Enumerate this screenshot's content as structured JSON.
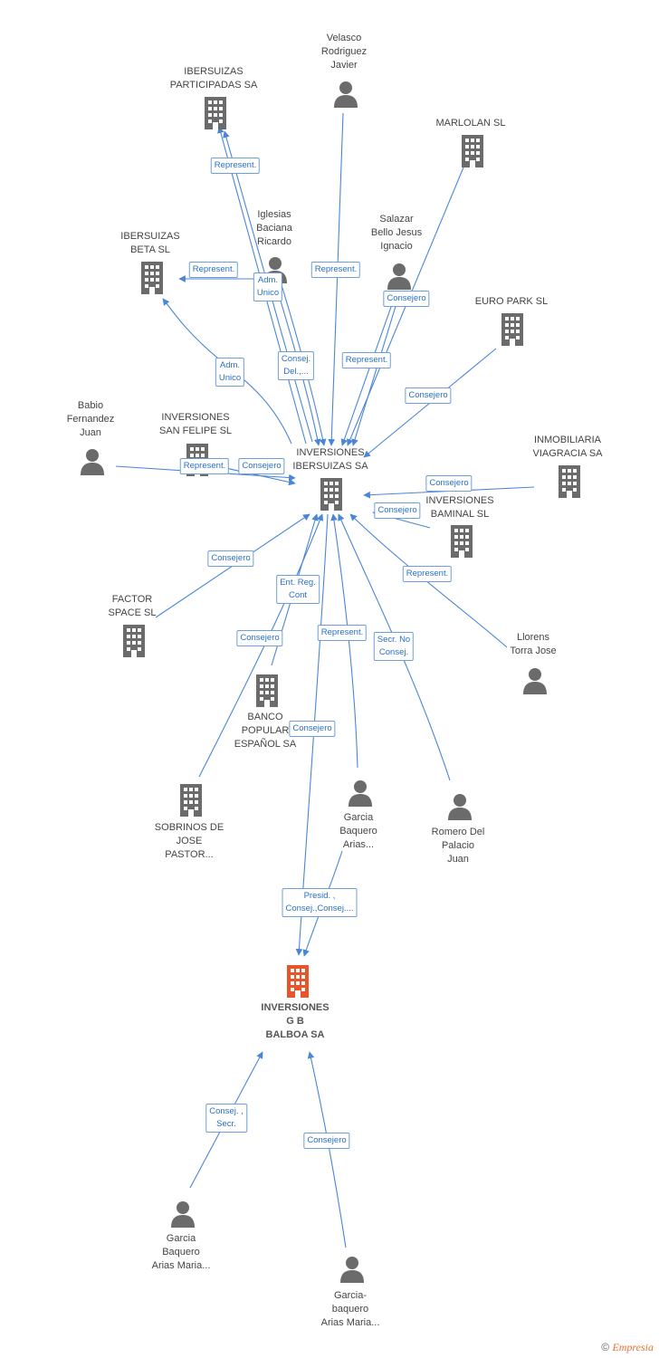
{
  "colors": {
    "edge": "#4a86d8",
    "node": "#666666",
    "focus": "#e8552a",
    "label_border": "#6e9fdc"
  },
  "nodes": [
    {
      "id": "ibersuizas_part",
      "type": "building",
      "label": "IBERSUIZAS\nPARTICIPADAS SA"
    },
    {
      "id": "velasco",
      "type": "person",
      "label": "Velasco\nRodriguez\nJavier"
    },
    {
      "id": "marlolan",
      "type": "building",
      "label": "MARLOLAN SL"
    },
    {
      "id": "iglesias",
      "type": "person",
      "label": "Iglesias\nBaciana\nRicardo"
    },
    {
      "id": "ibersuizas_beta",
      "type": "building",
      "label": "IBERSUIZAS\nBETA SL"
    },
    {
      "id": "salazar",
      "type": "person",
      "label": "Salazar\nBello Jesus\nIgnacio"
    },
    {
      "id": "europark",
      "type": "building",
      "label": "EURO PARK SL"
    },
    {
      "id": "babio",
      "type": "person",
      "label": "Babio\nFernandez\nJuan"
    },
    {
      "id": "sanfelipe",
      "type": "building",
      "label": "INVERSIONES\nSAN FELIPE SL"
    },
    {
      "id": "inv_ibersuizas",
      "type": "building",
      "label": "INVERSIONES\nIBERSUIZAS SA"
    },
    {
      "id": "viagracia",
      "type": "building",
      "label": "INMOBILIARIA\nVIAGRACIA SA"
    },
    {
      "id": "baminal",
      "type": "building",
      "label": "INVERSIONES\nBAMINAL SL"
    },
    {
      "id": "factor",
      "type": "building",
      "label": "FACTOR\nSPACE SL"
    },
    {
      "id": "llorens",
      "type": "person",
      "label": "Llorens\nTorra Jose"
    },
    {
      "id": "bancopopular",
      "type": "building",
      "label": "BANCO\nPOPULAR\nESPAÑOL SA"
    },
    {
      "id": "sobrinos",
      "type": "building",
      "label": "SOBRINOS DE\nJOSE\nPASTOR..."
    },
    {
      "id": "garcia1",
      "type": "person",
      "label": "Garcia\nBaquero\nArias..."
    },
    {
      "id": "romero",
      "type": "person",
      "label": "Romero Del\nPalacio\nJuan"
    },
    {
      "id": "gb_balboa",
      "type": "focus",
      "label": "INVERSIONES\nG B\nBALBOA SA"
    },
    {
      "id": "garcia2",
      "type": "person",
      "label": "Garcia\nBaquero\nArias Maria..."
    },
    {
      "id": "garcia3",
      "type": "person",
      "label": "Garcia-\nbaquero\nArias Maria..."
    }
  ],
  "edge_labels": [
    {
      "id": "e1",
      "text": "Represent."
    },
    {
      "id": "e2",
      "text": "Represent."
    },
    {
      "id": "e3",
      "text": "Adm.\nUnico"
    },
    {
      "id": "e4",
      "text": "Represent."
    },
    {
      "id": "e5",
      "text": "Consejero"
    },
    {
      "id": "e6",
      "text": "Adm.\nUnico"
    },
    {
      "id": "e7",
      "text": "Consej.\nDel.,..."
    },
    {
      "id": "e8",
      "text": "Represent."
    },
    {
      "id": "e9",
      "text": "Consejero"
    },
    {
      "id": "e10",
      "text": "Represent."
    },
    {
      "id": "e11",
      "text": "Consejero"
    },
    {
      "id": "e12",
      "text": "Consejero"
    },
    {
      "id": "e13",
      "text": "Consejero"
    },
    {
      "id": "e14",
      "text": "Consejero"
    },
    {
      "id": "e15",
      "text": "Ent. Reg.\nCont"
    },
    {
      "id": "e16",
      "text": "Represent."
    },
    {
      "id": "e17",
      "text": "Consejero"
    },
    {
      "id": "e18",
      "text": "Represent."
    },
    {
      "id": "e19",
      "text": "Secr. No\nConsej."
    },
    {
      "id": "e20",
      "text": "Consejero"
    },
    {
      "id": "e21",
      "text": "Presid. ,\nConsej.,Consej...."
    },
    {
      "id": "e22",
      "text": "Consej. ,\nSecr."
    },
    {
      "id": "e23",
      "text": "Consejero"
    }
  ],
  "footer": {
    "copyright": "©",
    "brand": "Empresia"
  }
}
